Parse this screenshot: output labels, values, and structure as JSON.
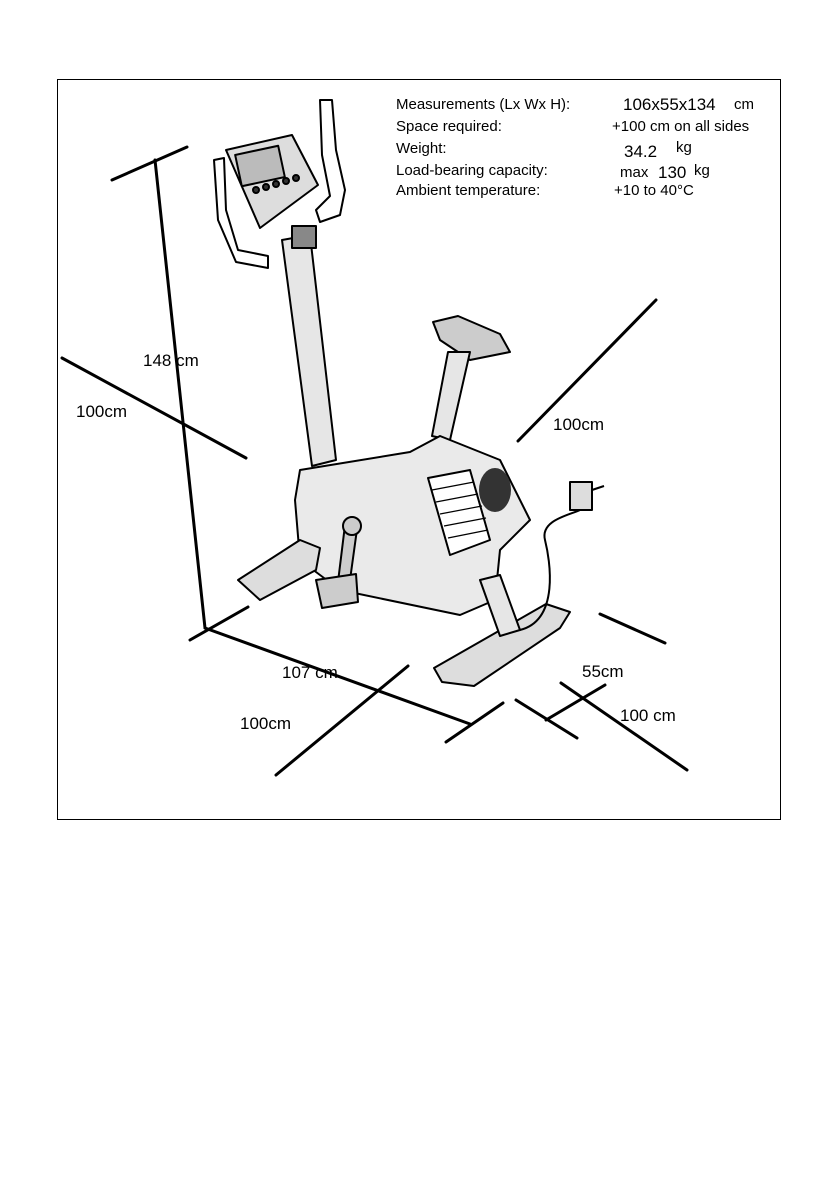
{
  "specs": [
    {
      "label": "Measurements (Lx Wx H):",
      "prefix": "",
      "value": "106x55x134",
      "unit": "cm"
    },
    {
      "label": "Space required:",
      "prefix": "",
      "value": "+100 cm on all sides",
      "unit": ""
    },
    {
      "label": "Weight:",
      "prefix": "",
      "value": "34.2",
      "unit": "kg"
    },
    {
      "label": "Load-bearing capacity:",
      "prefix": "max",
      "value": "130",
      "unit": "kg"
    },
    {
      "label": "Ambient temperature:",
      "prefix": "",
      "value": "+10 to  40°C",
      "unit": ""
    }
  ],
  "dimensions": {
    "height": "148 cm",
    "left_clearance": "100cm",
    "back_clearance": "100cm",
    "length": "107 cm",
    "front_clearance": "100cm",
    "width": "55cm",
    "right_clearance": "100 cm"
  }
}
